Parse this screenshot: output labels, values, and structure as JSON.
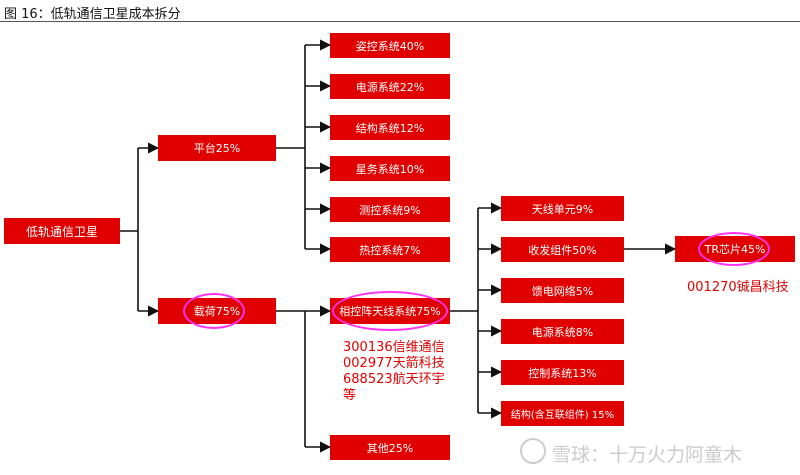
{
  "title": "图 16：低轨通信卫星成本拆分",
  "nodes": {
    "root": "低轨通信卫星",
    "platform": "平台25%",
    "payload": "载荷75%",
    "attitude": "姿控系统40%",
    "power_platform": "电源系统22%",
    "structure": "结构系统12%",
    "housekeeping": "星务系统10%",
    "ttc": "测控系统9%",
    "thermal": "热控系统7%",
    "phased_array": "相控阵天线系统75%",
    "others": "其他25%",
    "antenna_unit": "天线单元9%",
    "transceiver": "收发组件50%",
    "feed_network": "馈电网络5%",
    "power_array": "电源系统8%",
    "control": "控制系统13%",
    "structure_array": "结构(含互联组件) 15%",
    "tr_chip": "TR芯片45%"
  },
  "notes": {
    "array_companies": [
      "300136信维通信",
      "002977天箭科技",
      "688523航天环宇",
      "等"
    ],
    "chip_company": "001270铖昌科技"
  },
  "watermark": "雪球：十万火力阿童木",
  "colors": {
    "box": "#e00000",
    "highlight": "#ff33ee",
    "text": "#ffffff"
  }
}
